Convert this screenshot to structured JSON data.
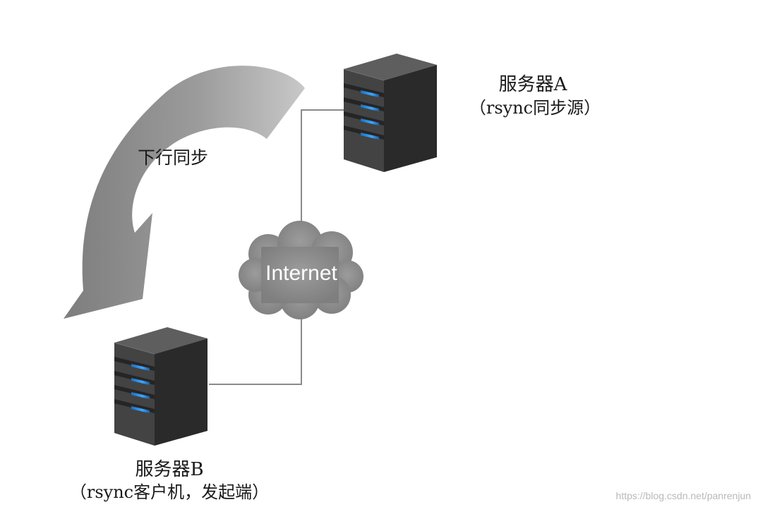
{
  "server_a": {
    "name": "服务器A",
    "role": "（rsync同步源）"
  },
  "server_b": {
    "name": "服务器B",
    "role": "（rsync客户机，发起端）"
  },
  "sync_arrow": {
    "label": "下行同步"
  },
  "network": {
    "label": "Internet"
  },
  "watermark": {
    "text": "https://blog.csdn.net/panrenjun"
  },
  "colors": {
    "server_body": "#3a3a3a",
    "server_led": "#2f8fe0",
    "cloud": "#8e8e8e",
    "arrow": "#9a9a9a",
    "connector": "#8a8a8a"
  }
}
